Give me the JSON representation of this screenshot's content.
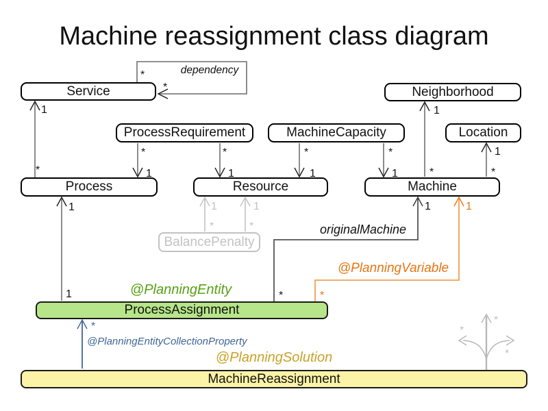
{
  "title": "Machine reassignment class diagram",
  "classes": {
    "service": "Service",
    "neighborhood": "Neighborhood",
    "process_requirement": "ProcessRequirement",
    "machine_capacity": "MachineCapacity",
    "location": "Location",
    "process": "Process",
    "resource": "Resource",
    "machine": "Machine",
    "balance_penalty": "BalancePenalty",
    "process_assignment": "ProcessAssignment",
    "machine_reassignment": "MachineReassignment"
  },
  "annotations": {
    "planning_entity": "@PlanningEntity",
    "planning_variable": "@PlanningVariable",
    "planning_solution": "@PlanningSolution",
    "planning_entity_collection_property": "@PlanningEntityCollectionProperty"
  },
  "edge_labels": {
    "dependency": "dependency",
    "original_machine": "originalMachine"
  },
  "multiplicity": {
    "many": "*",
    "one": "1"
  },
  "colors": {
    "entity_green_fill": "#b7e589",
    "entity_green_text": "#56a012",
    "solution_yellow_fill": "#fbf3a6",
    "solution_gold_text": "#c9a227",
    "variable_orange": "#e57613",
    "collection_blue": "#3e6596",
    "connector_gray": "#808080",
    "faded_gray": "#c2c2c2",
    "original_machine_gray": "#666666"
  }
}
